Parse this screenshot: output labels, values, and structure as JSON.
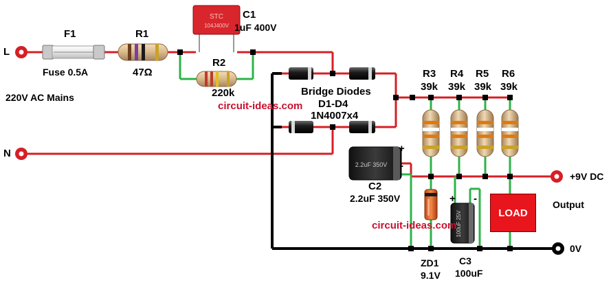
{
  "labels": {
    "f1": "F1",
    "fuse": "Fuse 0.5A",
    "r1": "R1",
    "r1_value": "47Ω",
    "c1": "C1",
    "c1_value": "1uF 400V",
    "c1_print": "STC",
    "c1_code": "104J400V",
    "r2": "R2",
    "r2_value": "220k",
    "mains": "220V AC Mains",
    "line": "L",
    "neutral": "N",
    "bridge_title": "Bridge Diodes",
    "bridge_ref": "D1-D4",
    "bridge_part": "1N4007x4",
    "r3": "R3",
    "r4": "R4",
    "r5": "R5",
    "r6": "R6",
    "r3_value": "39k",
    "r4_value": "39k",
    "r5_value": "39k",
    "r6_value": "39k",
    "c2": "C2",
    "c2_value": "2.2uF 350V",
    "c2_print": "2.2uF 350V",
    "plus": "+",
    "minus": "-",
    "zd1": "ZD1",
    "zd1_value": "9.1V",
    "c3": "C3",
    "c3_value": "100uF",
    "c3_print": "100uF 25V",
    "output_pos": "+9V DC",
    "output_gnd": "0V",
    "output": "Output",
    "load": "LOAD",
    "watermark": "circuit-ideas.com"
  },
  "colors": {
    "wire_red": "#d61f26",
    "wire_green": "#2db34a",
    "wire_black": "#000000",
    "terminal_red": "#d61f26",
    "c1_body": "#d8262c",
    "load_fill": "#e8151c",
    "watermark": "#c8102e"
  }
}
